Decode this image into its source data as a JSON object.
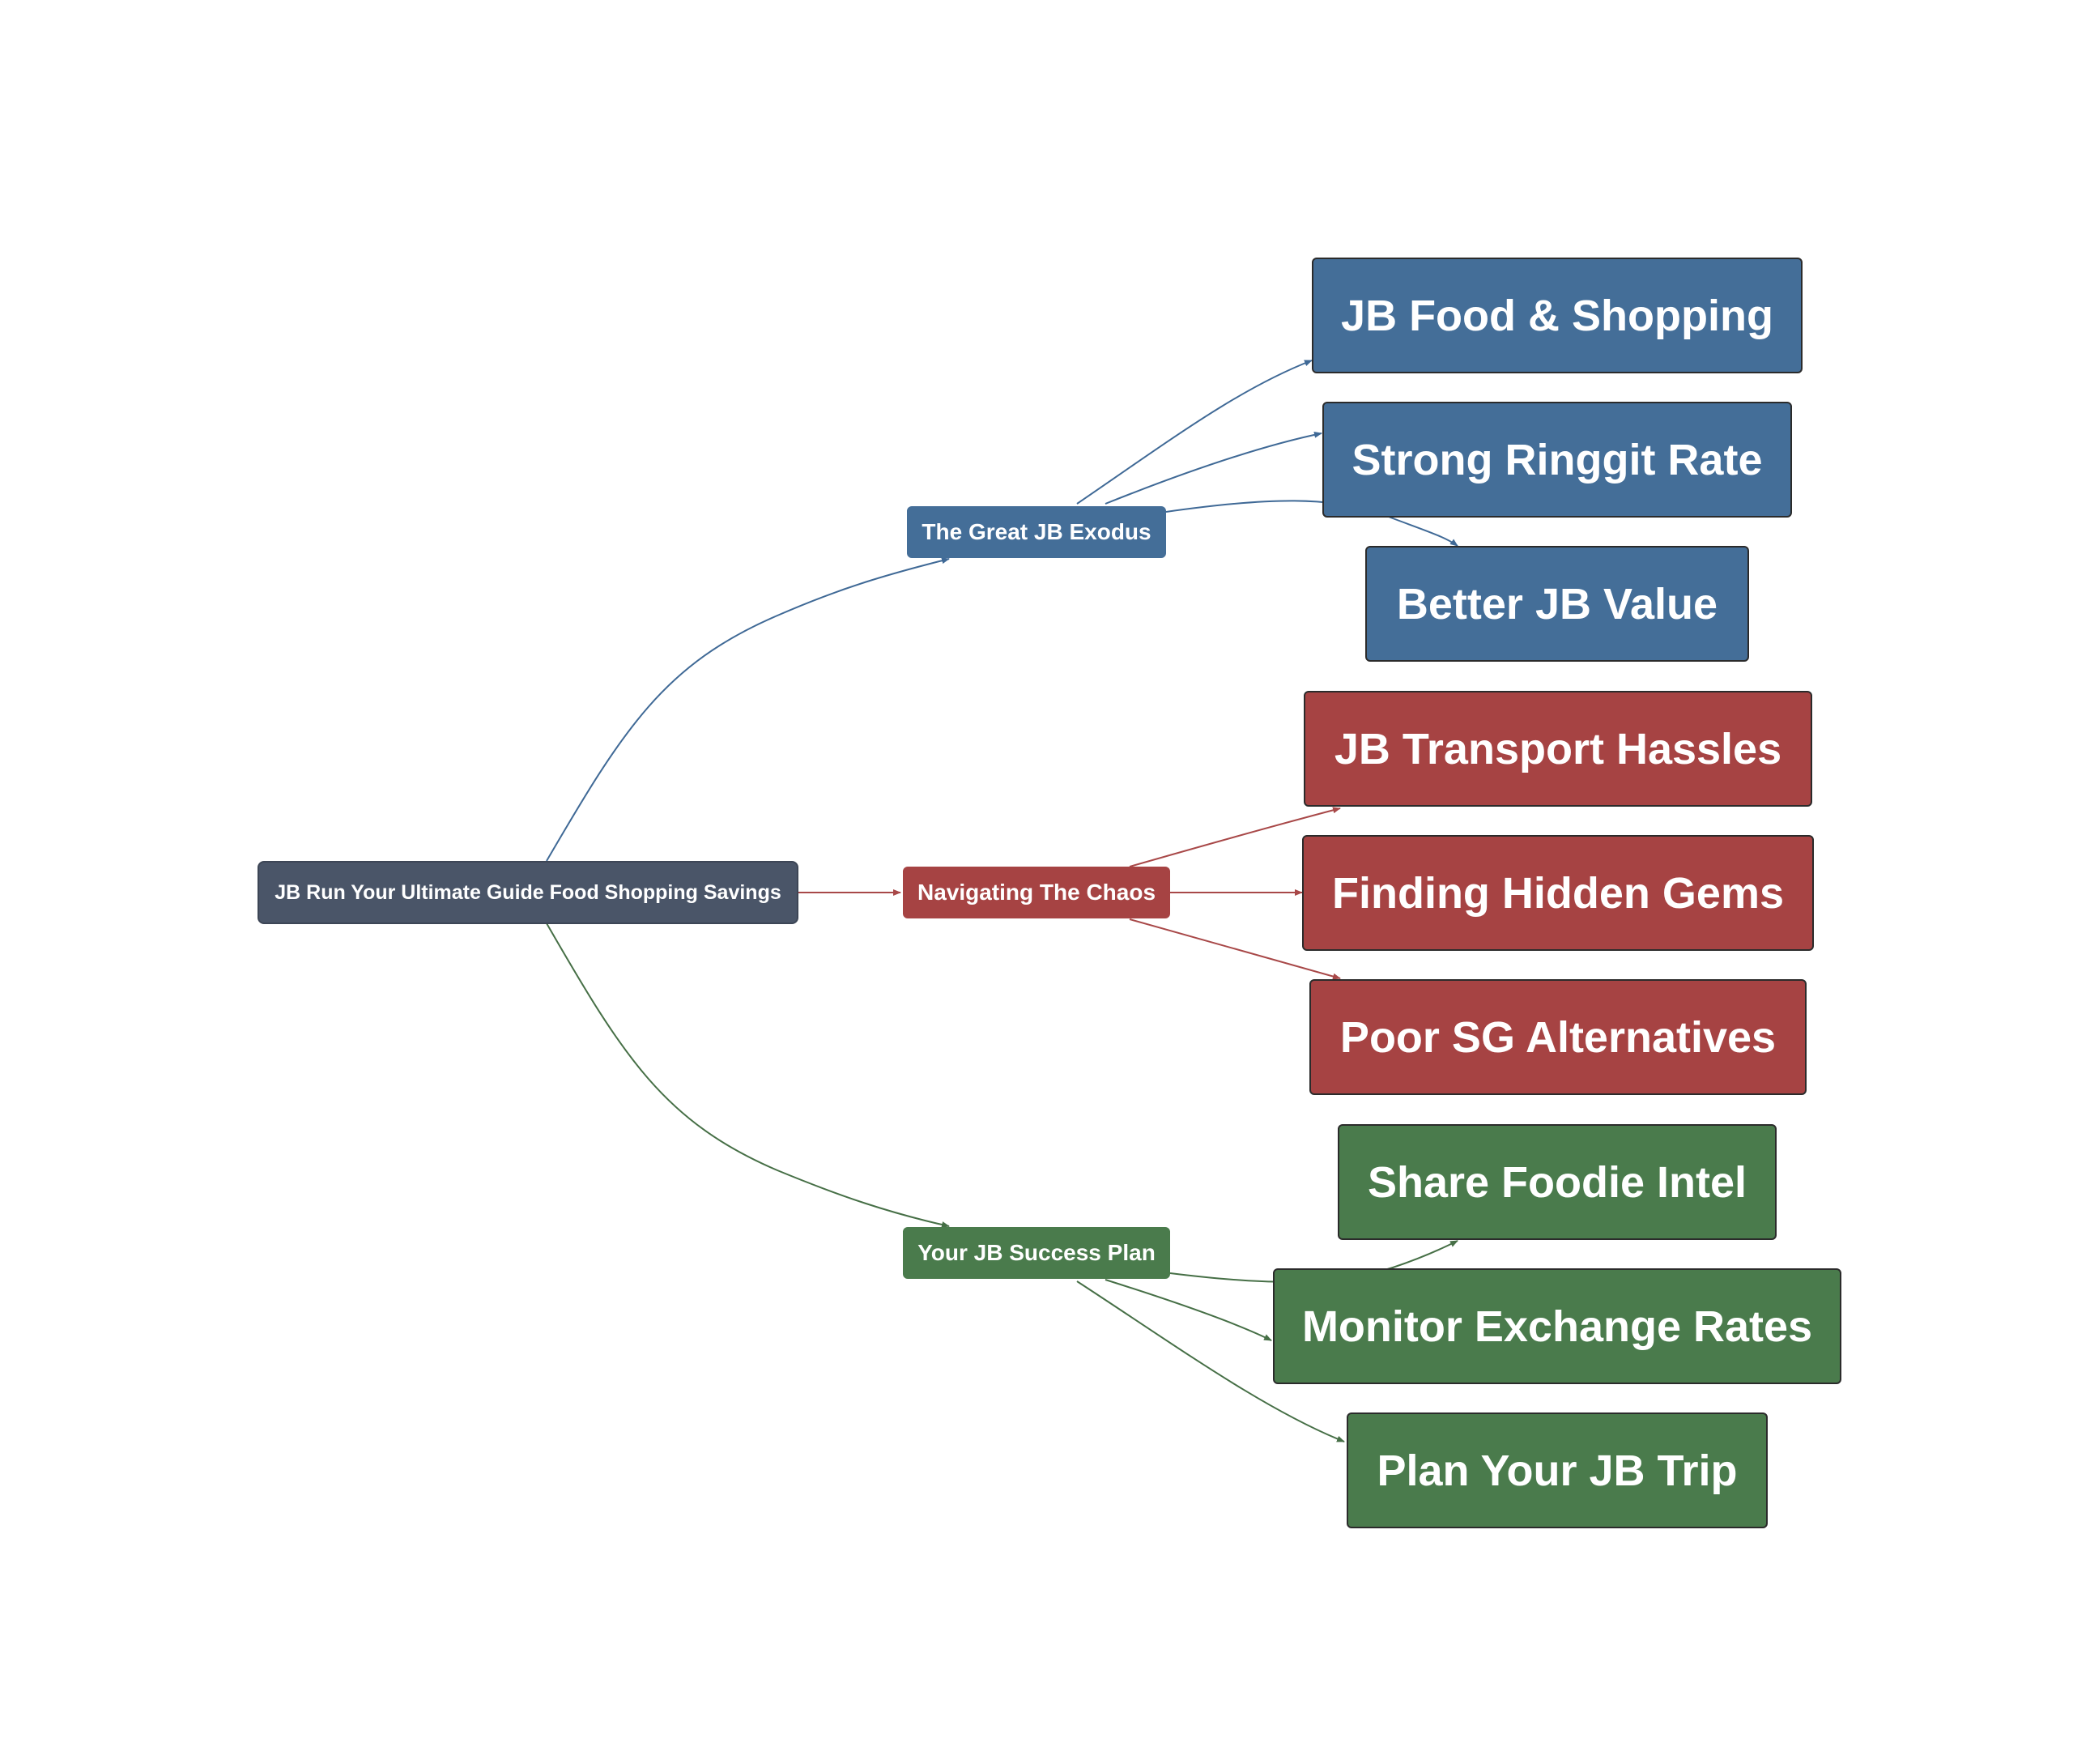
{
  "colors": {
    "root": "#4a5568",
    "blue": "#446e98",
    "red": "#a64343",
    "green": "#4a7b4c",
    "edge_blue": "#3f6996",
    "edge_red": "#a84848",
    "edge_green": "#466f46"
  },
  "root": {
    "label": "JB Run Your Ultimate Guide Food Shopping Savings"
  },
  "branches": [
    {
      "label": "The Great JB Exodus",
      "color": "blue",
      "children": [
        "JB Food & Shopping",
        "Strong Ringgit Rate",
        "Better JB Value"
      ]
    },
    {
      "label": "Navigating The Chaos",
      "color": "red",
      "children": [
        "JB Transport Hassles",
        "Finding Hidden Gems",
        "Poor SG Alternatives"
      ]
    },
    {
      "label": "Your JB Success Plan",
      "color": "green",
      "children": [
        "Share Foodie Intel",
        "Monitor Exchange Rates",
        "Plan Your JB Trip"
      ]
    }
  ]
}
